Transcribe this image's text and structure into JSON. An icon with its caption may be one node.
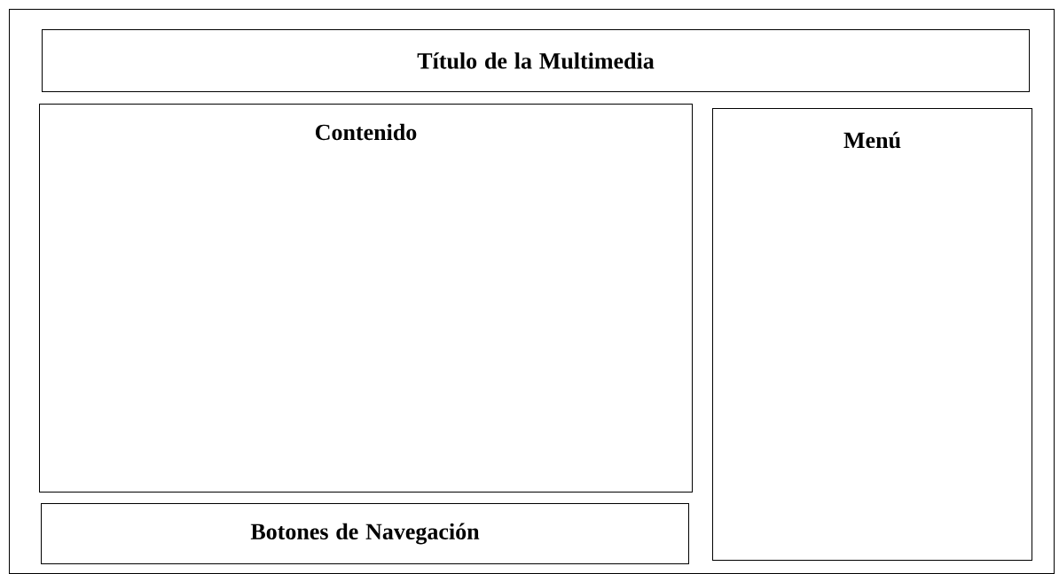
{
  "diagram": {
    "nodes": [
      {
        "text": [],
        "shape": "box"
      },
      {
        "text": [
          "Título de la Multimedia"
        ],
        "in": 0
      },
      {
        "text": [
          "Contenido"
        ],
        "in": 0
      },
      {
        "text": [
          "Menú"
        ],
        "in": 0
      },
      {
        "text": [
          "Botones de Navegación"
        ],
        "in": 0
      }
    ]
  }
}
